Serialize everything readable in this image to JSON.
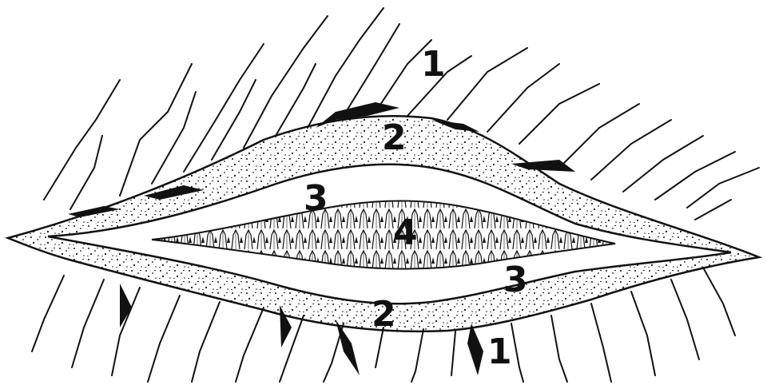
{
  "colors": {
    "ink": "#111111",
    "paper": "#ffffff"
  },
  "labels": {
    "host_rock_upper": "1",
    "outer_band_upper": "2",
    "inner_band_upper": "3",
    "crystal_core": "4",
    "inner_band_lower": "3",
    "outer_band_lower": "2",
    "host_rock_lower": "1"
  }
}
